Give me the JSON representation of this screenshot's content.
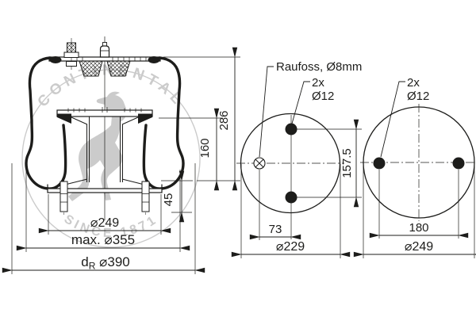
{
  "colors": {
    "line": "#1d1d1b",
    "watermark": "#c6c6c6",
    "background": "#ffffff"
  },
  "watermark": {
    "top_text": "CONTINENTAL",
    "bottom_text": "SINCE 1871"
  },
  "side_view": {
    "height_total": "286",
    "height_piston": "160",
    "stud_length": "45",
    "plate_diameter": "⌀249",
    "max_diameter": "max. ⌀355",
    "roll_diameter_prefix": "d",
    "roll_diameter_sub": "R",
    "roll_diameter_value": "⌀390"
  },
  "piston_view": {
    "vent_label": "Raufoss, Ø8mm",
    "holes_count": "2x",
    "holes_diameter": "Ø12",
    "hole_offset": "73",
    "hole_spacing": "157.5",
    "diameter": "⌀229"
  },
  "plate_view": {
    "holes_count": "2x",
    "holes_diameter": "Ø12",
    "hole_spacing": "180",
    "diameter": "⌀249"
  }
}
